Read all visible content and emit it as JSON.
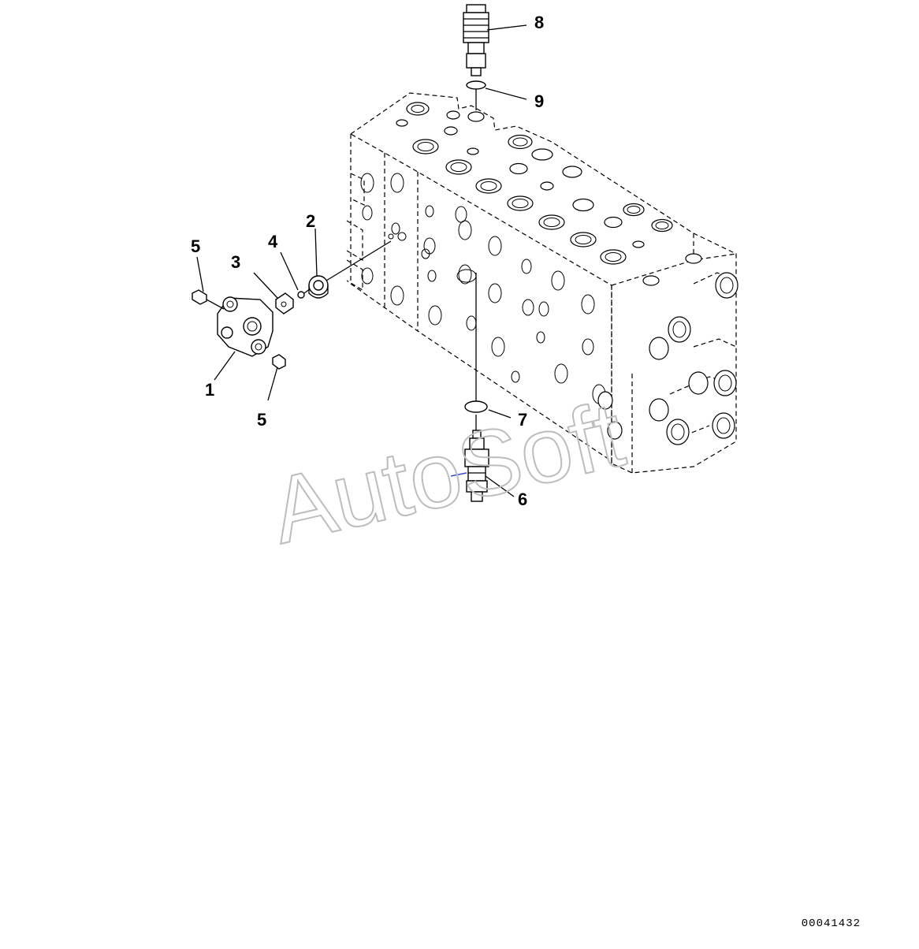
{
  "callouts": {
    "c1": "1",
    "c2": "2",
    "c3": "3",
    "c4": "4",
    "c5a": "5",
    "c5b": "5",
    "c6": "6",
    "c7": "7",
    "c8": "8",
    "c9": "9"
  },
  "watermark": "AutoSoft",
  "doc_number": "00041432"
}
